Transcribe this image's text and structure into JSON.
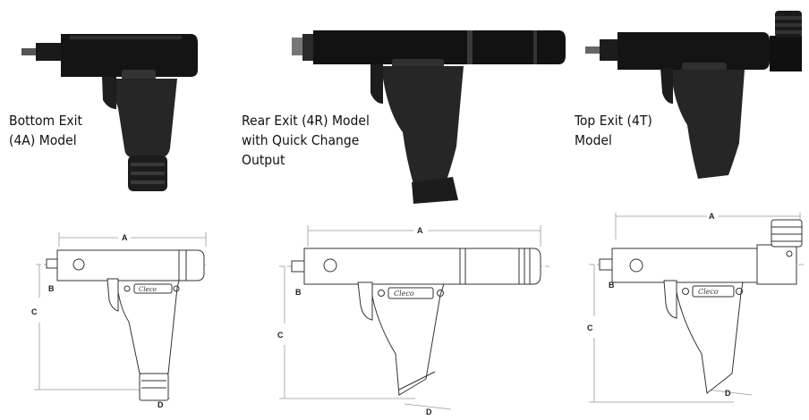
{
  "colors": {
    "tool_body": "#141414",
    "grip": "#2a2a2a",
    "line": "#333333",
    "dim_line": "#999999"
  },
  "models": [
    {
      "caption": "Bottom Exit\n(4A) Model",
      "exit": "bottom",
      "dims": [
        "A",
        "B",
        "C",
        "D"
      ],
      "badge": "Cleco"
    },
    {
      "caption": "Rear Exit (4R) Model\nwith Quick Change\nOutput",
      "exit": "rear",
      "dims": [
        "A",
        "B",
        "C",
        "D"
      ],
      "badge": "Cleco"
    },
    {
      "caption": "Top Exit (4T)\nModel",
      "exit": "top",
      "dims": [
        "A",
        "B",
        "C",
        "D"
      ],
      "badge": "Cleco"
    }
  ]
}
